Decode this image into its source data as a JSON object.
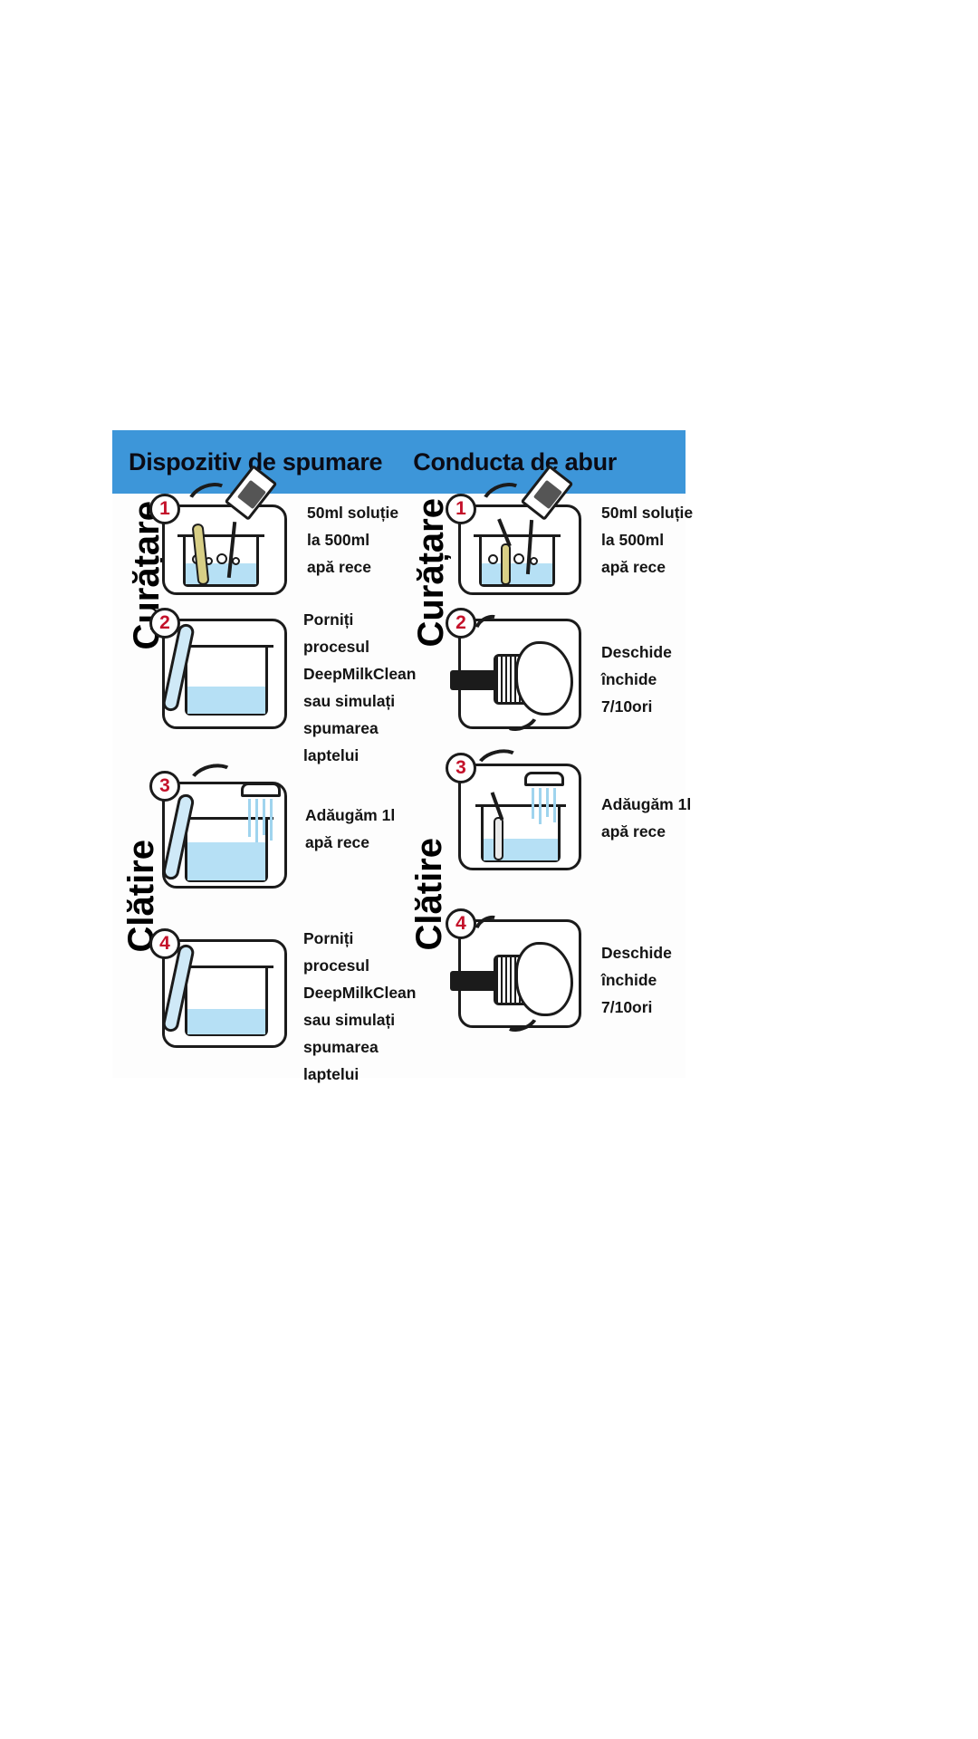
{
  "header": {
    "left_title": "Dispozitiv de spumare",
    "right_title": "Conducta de abur",
    "band_color": "#3d96d9"
  },
  "section_labels": {
    "cleaning": "Curățare",
    "rinsing": "Clătire"
  },
  "columns": [
    {
      "id": "frother",
      "title": "Dispozitiv de spumare",
      "sections": [
        {
          "label": "Curățare",
          "steps": [
            {
              "number": "1",
              "text_lines": [
                "50ml soluție",
                "la 500ml",
                "apă rece"
              ],
              "illustration": "bottle-pouring-into-jug-with-tube"
            },
            {
              "number": "2",
              "text_lines": [
                "Porniți",
                "procesul",
                "DeepMilkClean",
                "sau simulați",
                "spumarea",
                "laptelui"
              ],
              "illustration": "tube-into-jug-with-water"
            }
          ]
        },
        {
          "label": "Clătire",
          "steps": [
            {
              "number": "3",
              "text_lines": [
                "Adăugăm 1l",
                "apă rece"
              ],
              "illustration": "faucet-filling-jug"
            },
            {
              "number": "4",
              "text_lines": [
                "Porniți",
                "procesul",
                "DeepMilkClean",
                "sau simulați",
                "spumarea",
                "laptelui"
              ],
              "illustration": "tube-into-jug-with-water"
            }
          ]
        }
      ]
    },
    {
      "id": "steam-pipe",
      "title": "Conducta de abur",
      "sections": [
        {
          "label": "Curățare",
          "steps": [
            {
              "number": "1",
              "text_lines": [
                "50ml soluție",
                "la 500ml",
                "apă rece"
              ],
              "illustration": "bottle-pouring-into-jug-with-wand"
            },
            {
              "number": "2",
              "text_lines": [
                "Deschide",
                "închide",
                "7/10ori"
              ],
              "illustration": "hand-turning-steam-knob"
            }
          ]
        },
        {
          "label": "Clătire",
          "steps": [
            {
              "number": "3",
              "text_lines": [
                "Adăugăm 1l",
                "apă rece"
              ],
              "illustration": "faucet-filling-jug"
            },
            {
              "number": "4",
              "text_lines": [
                "Deschide",
                "închide",
                "7/10ori"
              ],
              "illustration": "hand-turning-steam-knob"
            }
          ]
        }
      ]
    }
  ]
}
